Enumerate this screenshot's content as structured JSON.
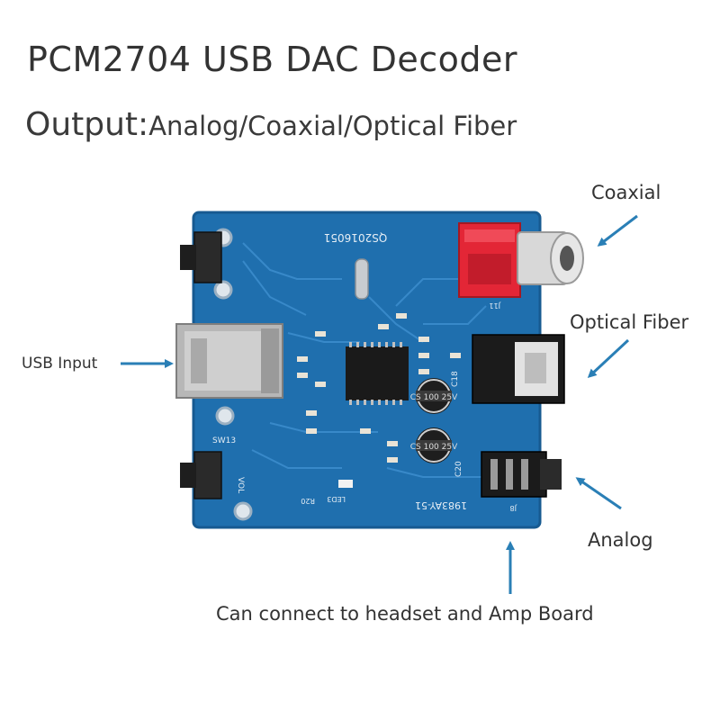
{
  "title": "PCM2704 USB DAC Decoder",
  "subtitle": {
    "prefix": "Output:",
    "rest": "Analog/Coaxial/Optical Fiber"
  },
  "labels": {
    "coaxial": "Coaxial",
    "optical": "Optical Fiber",
    "usb": "USB Input",
    "analog": "Analog",
    "connect": "Can connect to headset and Amp Board"
  },
  "board_text": {
    "code": "QS2016051",
    "model": "1983AY-51",
    "sw": "SW13",
    "vol": "VOL",
    "led": "LED3",
    "r20": "R20",
    "j11": "J11",
    "j8": "J8",
    "c18": "C18",
    "c20": "C20",
    "cap": "CS 100 25V"
  },
  "colors": {
    "board": "#1f6fae",
    "board_dark": "#175a91",
    "trace": "#3b8ccc",
    "arrow": "#2a7fb6",
    "rca_red": "#e32636"
  }
}
